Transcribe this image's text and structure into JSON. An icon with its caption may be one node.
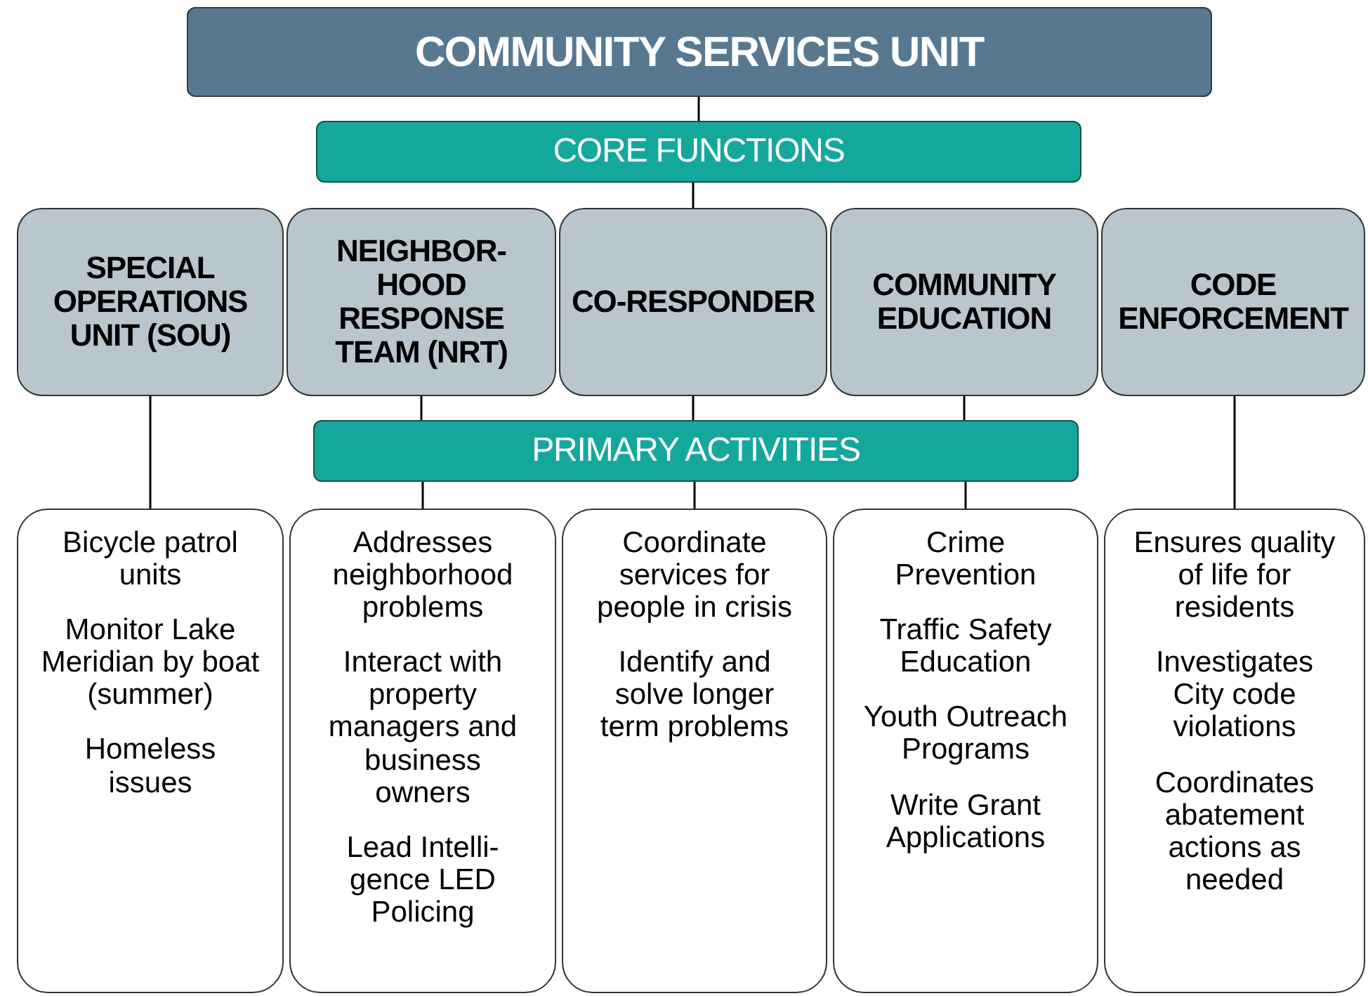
{
  "diagram": {
    "nodes": [
      {
        "text": [
          "COMMUNITY SERVICES UNIT"
        ]
      },
      {
        "text": [
          "CORE FUNCTIONS"
        ]
      },
      {
        "text": [
          "SPECIAL OPERATIONS UNIT (SOU)"
        ]
      },
      {
        "text": [
          "NEIGHBOR-HOOD RESPONSE TEAM (NRT)"
        ]
      },
      {
        "text": [
          "CO-RESPONDER"
        ]
      },
      {
        "text": [
          "COMMUNITY EDUCATION"
        ]
      },
      {
        "text": [
          "CODE ENFORCEMENT"
        ]
      },
      {
        "text": [
          "PRIMARY ACTIVITIES"
        ]
      },
      {
        "text": [
          "Bicycle patrol units",
          "Monitor Lake Meridian by boat (summer)",
          "Homeless issues"
        ]
      },
      {
        "text": [
          "Addresses neighborhood problems",
          "Interact with property managers and business owners",
          "Lead Intelli-gence LED Policing"
        ]
      },
      {
        "text": [
          "Coordinate services for people in crisis",
          "Identify and solve longer term problems"
        ]
      },
      {
        "text": [
          "Crime Prevention",
          "Traffic Safety Education",
          "Youth Outreach Programs",
          "Write Grant Applications"
        ]
      },
      {
        "text": [
          "Ensures quality of life for residents",
          "Investigates City code violations",
          "Coordinates abatement actions as needed"
        ]
      }
    ],
    "edges": [
      {
        "from": 0,
        "to": 1,
        "arrow": "none"
      },
      {
        "from": 1,
        "to": 4,
        "arrow": "none"
      },
      {
        "from": 2,
        "to": 8,
        "arrow": "none"
      },
      {
        "from": 3,
        "to": 7,
        "arrow": "none"
      },
      {
        "from": 4,
        "to": 7,
        "arrow": "none"
      },
      {
        "from": 5,
        "to": 7,
        "arrow": "none"
      },
      {
        "from": 7,
        "to": 9,
        "arrow": "none"
      },
      {
        "from": 7,
        "to": 10,
        "arrow": "none"
      },
      {
        "from": 7,
        "to": 11,
        "arrow": "none"
      },
      {
        "from": 6,
        "to": 12,
        "arrow": "none"
      }
    ]
  }
}
